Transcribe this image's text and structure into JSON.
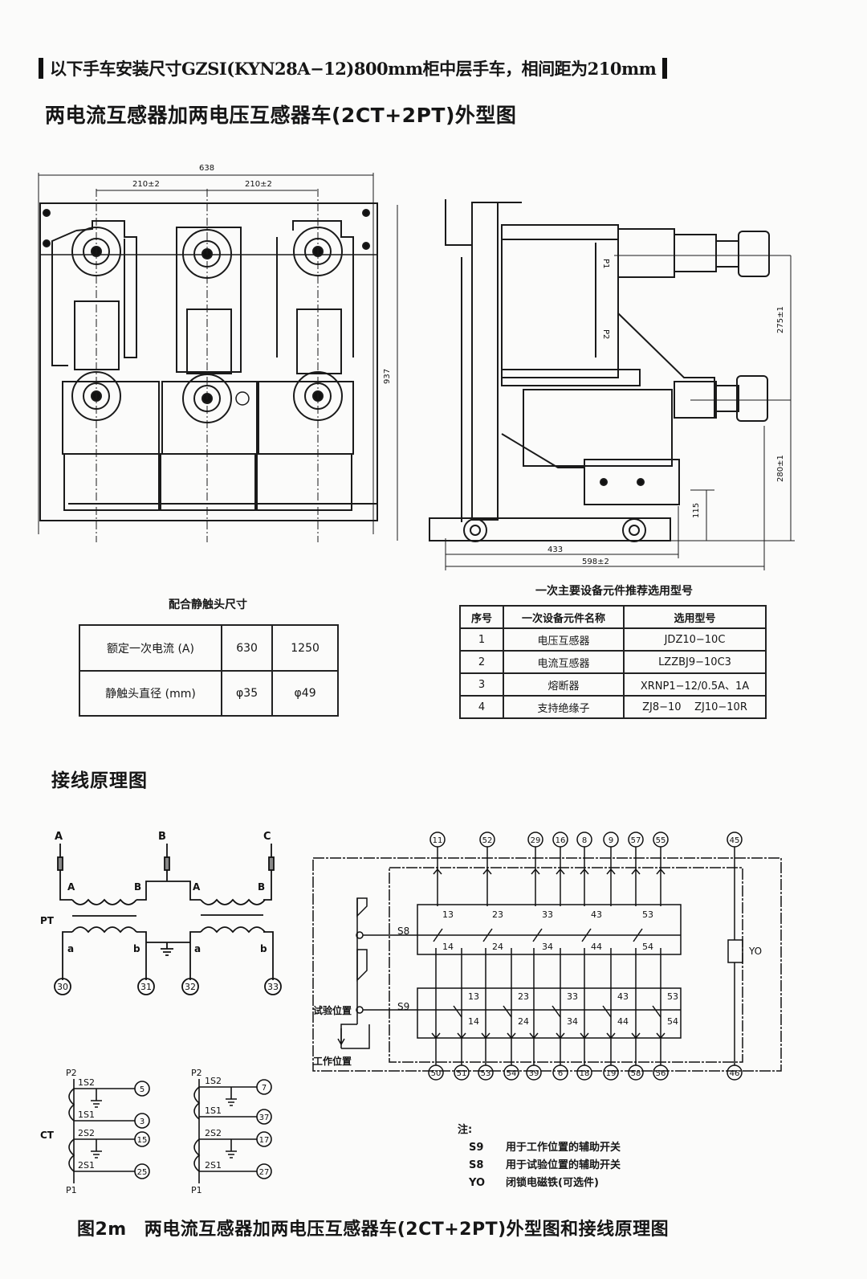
{
  "banner": "以下手车安装尺寸GZSI(KYN28A−12)800mm柜中层手车，相间距为210mm",
  "outline_title": "两电流互感器加两电压互感器车(2CT+2PT)外型图",
  "front_view": {
    "dim_width": "638",
    "dim_pitch_left": "210±2",
    "dim_pitch_right": "210±2",
    "dim_height": "937"
  },
  "side_view": {
    "label_upper": "P1",
    "label_lower": "P2",
    "dim_upper_spacing": "275±1",
    "dim_lower_height": "280±1",
    "dim_115": "115",
    "dim_433": "433",
    "dim_598": "598±2"
  },
  "contact_table": {
    "caption": "配合静触头尺寸",
    "rows": [
      {
        "label": "额定一次电流 (A)",
        "v1": "630",
        "v2": "1250"
      },
      {
        "label": "静触头直径 (mm)",
        "v1": "φ35",
        "v2": "φ49"
      }
    ]
  },
  "component_table": {
    "caption": "一次主要设备元件推荐选用型号",
    "headers": [
      "序号",
      "一次设备元件名称",
      "选用型号"
    ],
    "rows": [
      {
        "no": "1",
        "name": "电压互感器",
        "model": "JDZ10−10C"
      },
      {
        "no": "2",
        "name": "电流互感器",
        "model": "LZZBJ9−10C3"
      },
      {
        "no": "3",
        "name": "熔断器",
        "model": "XRNP1−12/0.5A、1A"
      },
      {
        "no": "4",
        "name": "支持绝缘子",
        "model": "ZJ8−10    ZJ10−10R"
      }
    ]
  },
  "wiring_title": "接线原理图",
  "pt": {
    "label": "PT",
    "phases": [
      "A",
      "B",
      "C"
    ],
    "primary_terms": [
      "A",
      "B",
      "A",
      "B"
    ],
    "secondary_terms": [
      "a",
      "b",
      "a",
      "b"
    ],
    "terminals": [
      "30",
      "31",
      "32",
      "33"
    ]
  },
  "ct": {
    "label": "CT",
    "left": {
      "top": "P2",
      "bottom": "P1",
      "windings": [
        {
          "name": "1S2",
          "terminal": "5"
        },
        {
          "name": "1S1",
          "terminal": "3"
        },
        {
          "name": "2S2",
          "terminal": "15"
        },
        {
          "name": "2S1",
          "terminal": "25"
        }
      ]
    },
    "right": {
      "top": "P2",
      "bottom": "P1",
      "windings": [
        {
          "name": "1S2",
          "terminal": "7"
        },
        {
          "name": "1S1",
          "terminal": "37"
        },
        {
          "name": "2S2",
          "terminal": "17"
        },
        {
          "name": "2S1",
          "terminal": "27"
        }
      ]
    }
  },
  "aux": {
    "top_terminals": [
      "11",
      "52",
      "29",
      "16",
      "8",
      "9",
      "57",
      "55"
    ],
    "bottom_terminals": [
      "50",
      "51",
      "53",
      "54",
      "39",
      "6",
      "18",
      "19",
      "58",
      "56"
    ],
    "yo_top": "45",
    "yo_bottom": "46",
    "yo_label": "YO",
    "s8_label": "S8",
    "s9_label": "S9",
    "s8_contacts": [
      [
        "13",
        "14"
      ],
      [
        "23",
        "24"
      ],
      [
        "33",
        "34"
      ],
      [
        "43",
        "44"
      ],
      [
        "53",
        "54"
      ]
    ],
    "s9_contacts": [
      [
        "13",
        "14"
      ],
      [
        "23",
        "24"
      ],
      [
        "33",
        "34"
      ],
      [
        "43",
        "44"
      ],
      [
        "53",
        "54"
      ]
    ],
    "test_position": "试验位置",
    "work_position": "工作位置"
  },
  "notes": {
    "title": "注:",
    "items": [
      {
        "key": "S9",
        "text": "用于工作位置的辅助开关"
      },
      {
        "key": "S8",
        "text": "用于试验位置的辅助开关"
      },
      {
        "key": "YO",
        "text": "闭锁电磁铁(可选件)"
      }
    ]
  },
  "figure_caption": {
    "num": "图2m",
    "text": "两电流互感器加两电压互感器车(2CT+2PT)外型图和接线原理图"
  }
}
